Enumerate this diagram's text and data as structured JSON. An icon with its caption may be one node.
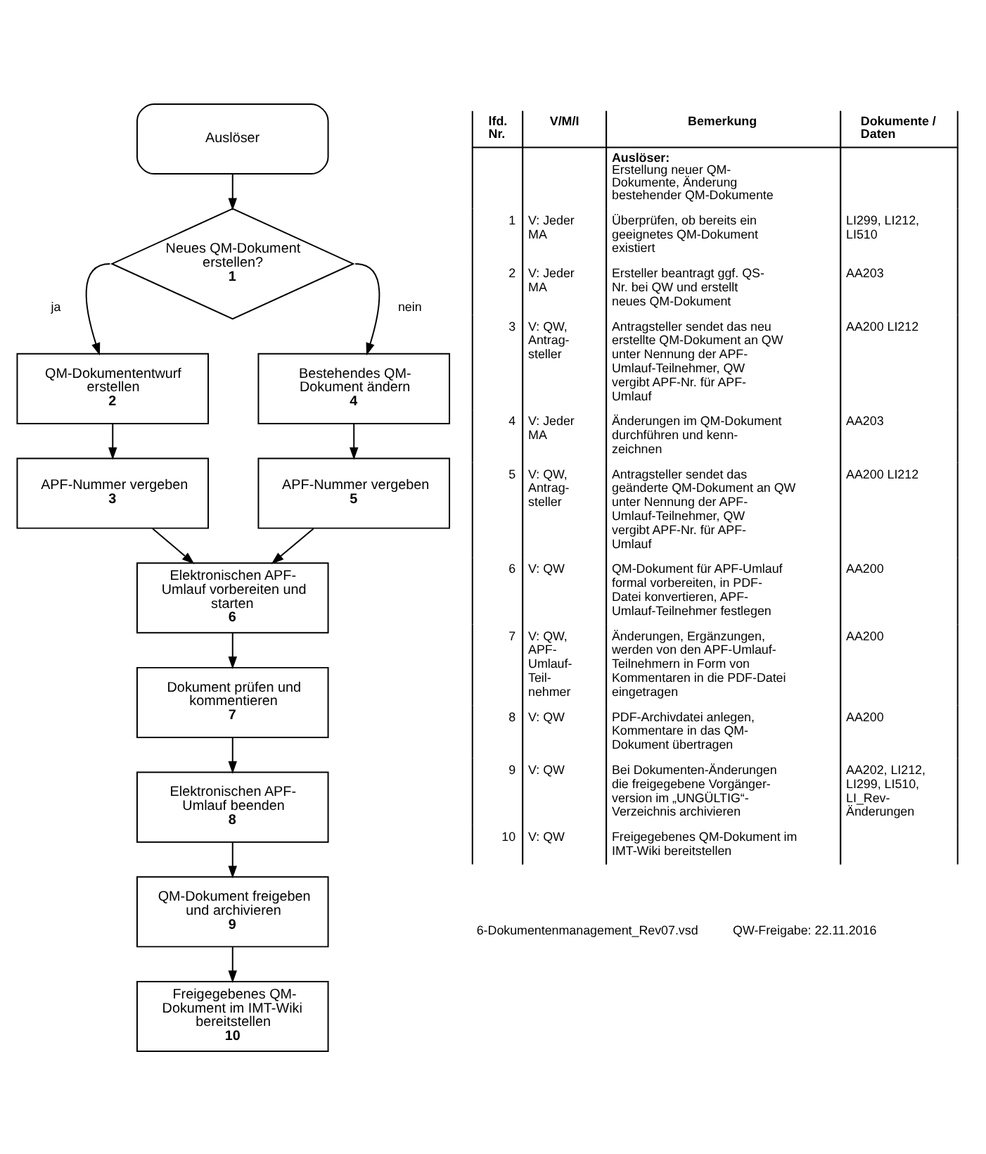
{
  "diagram": {
    "nodes": [
      {
        "text": [
          "Auslöser"
        ]
      },
      {
        "text": [
          "Neues QM-Dokument erstellen?",
          "1"
        ]
      },
      {
        "text": [
          "QM-Dokumententwurf erstellen",
          "2"
        ]
      },
      {
        "text": [
          "APF-Nummer vergeben",
          "3"
        ]
      },
      {
        "text": [
          "Bestehendes QM-Dokument ändern",
          "4"
        ]
      },
      {
        "text": [
          "APF-Nummer vergeben",
          "5"
        ]
      },
      {
        "text": [
          "Elektronischen APF-Umlauf vorbereiten und starten",
          "6"
        ]
      },
      {
        "text": [
          "Dokument prüfen und kommentieren",
          "7"
        ]
      },
      {
        "text": [
          "Elektronischen APF-Umlauf beenden",
          "8"
        ]
      },
      {
        "text": [
          "QM-Dokument freigeben und archivieren",
          "9"
        ]
      },
      {
        "text": [
          "Freigegebenes QM-Dokument im IMT-Wiki bereitstellen",
          "10"
        ]
      }
    ],
    "edges": [
      {
        "from": 0,
        "to": 1,
        "arrow": "to"
      },
      {
        "from": 1,
        "to": 2,
        "arrow": "to",
        "label": "ja"
      },
      {
        "from": 1,
        "to": 4,
        "arrow": "to",
        "label": "nein"
      },
      {
        "from": 2,
        "to": 3,
        "arrow": "to"
      },
      {
        "from": 4,
        "to": 5,
        "arrow": "to"
      },
      {
        "from": 3,
        "to": 6,
        "arrow": "to"
      },
      {
        "from": 5,
        "to": 6,
        "arrow": "to"
      },
      {
        "from": 6,
        "to": 7,
        "arrow": "to"
      },
      {
        "from": 7,
        "to": 8,
        "arrow": "to"
      },
      {
        "from": 8,
        "to": 9,
        "arrow": "to"
      },
      {
        "from": 9,
        "to": 10,
        "arrow": "to"
      }
    ],
    "labels": [
      "lfd. Nr.",
      "V/M/I",
      "Bemerkung",
      "Dokumente / Daten",
      "Auslöser:",
      "Erstellung neuer QM-Dokumente, Änderung bestehender QM-Dokumente",
      "1",
      "V: Jeder MA",
      "Überprüfen, ob bereits ein geeignetes QM-Dokument existiert",
      "LI299, LI212, LI510",
      "2",
      "V: Jeder MA",
      "Ersteller beantragt ggf. QS-Nr. bei QW und erstellt neues QM-Dokument",
      "AA203",
      "3",
      "V: QW, Antrag-steller",
      "Antragsteller sendet das neu erstellte QM-Dokument an QW unter Nennung der APF-Umlauf-Teilnehmer, QW vergibt APF-Nr. für APF-Umlauf",
      "AA200 LI212",
      "4",
      "V: Jeder MA",
      "Änderungen im QM-Dokument durchführen und kenn-zeichnen",
      "AA203",
      "5",
      "V: QW, Antrag-steller",
      "Antragsteller sendet das geänderte QM-Dokument an QW unter Nennung der APF-Umlauf-Teilnehmer, QW vergibt APF-Nr. für APF-Umlauf",
      "AA200 LI212",
      "6",
      "V: QW",
      "QM-Dokument für APF-Umlauf formal vorbereiten, in PDF-Datei konvertieren, APF-Umlauf-Teilnehmer festlegen",
      "AA200",
      "7",
      "V: QW, APF-Umlauf-Teil-nehmer",
      "Änderungen, Ergänzungen, werden von den APF-Umlauf-Teilnehmern in Form von Kommentaren in die PDF-Datei eingetragen",
      "AA200",
      "8",
      "V: QW",
      "PDF-Archivdatei anlegen, Kommentare in das QM-Dokument übertragen",
      "AA200",
      "9",
      "V: QW",
      "Bei Dokumenten-Änderungen die freigegebene Vorgänger-version im „UNGÜLTIG“-Verzeichnis archivieren",
      "AA202, LI212, LI299, LI510, LI_Rev-Änderungen",
      "10",
      "V: QW",
      "Freigegebenes QM-Dokument im IMT-Wiki bereitstellen",
      "6-Dokumentenmanagement_Rev07.vsd",
      "QW-Freigabe: 22.11.2016"
    ]
  }
}
